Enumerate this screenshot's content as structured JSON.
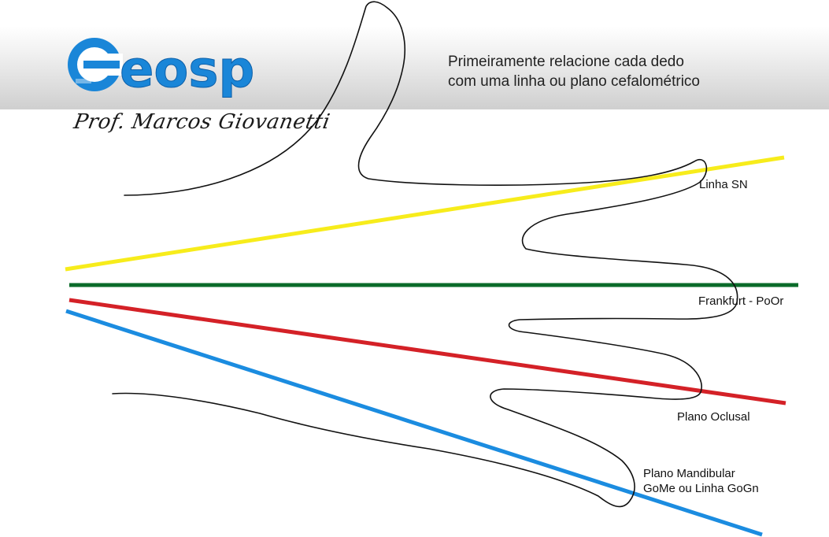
{
  "header": {
    "logo_text": "eosp",
    "author": "Prof. Marcos Giovanetti",
    "instruction_line1": "Primeiramente relacione cada dedo",
    "instruction_line2": "com uma linha ou plano cefalométrico"
  },
  "colors": {
    "sn": "#f7ec1b",
    "frankfurt": "#0b6b2a",
    "oclusal": "#d42127",
    "mandibular": "#1b8ce0",
    "logo": "#1a86d8",
    "hand_outline": "#111111"
  },
  "lines": [
    {
      "id": "sn",
      "label": "Linha SN",
      "color": "#f7ec1b"
    },
    {
      "id": "frankfurt",
      "label": "Frankfurt - PoOr",
      "color": "#0b6b2a"
    },
    {
      "id": "oclusal",
      "label": "Plano Oclusal",
      "color": "#d42127"
    },
    {
      "id": "mandibular",
      "label_line1": "Plano Mandibular",
      "label_line2": "GoMe ou Linha GoGn",
      "color": "#1b8ce0"
    }
  ]
}
